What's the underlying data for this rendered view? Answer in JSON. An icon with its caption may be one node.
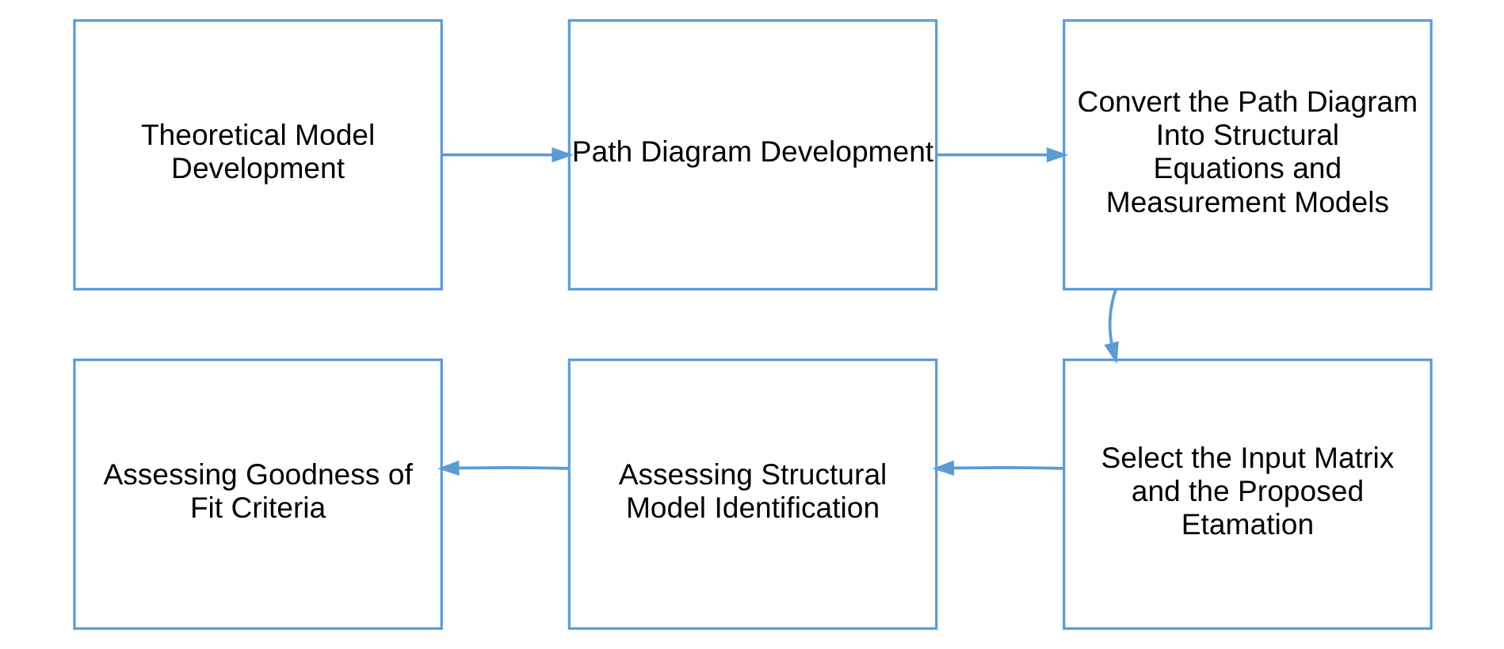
{
  "diagram": {
    "nodes": [
      {
        "text": [
          "Theoretical Model Development"
        ]
      },
      {
        "text": [
          "Path Diagram Development"
        ]
      },
      {
        "text": [
          "Convert the Path Diagram Into Structural Equations and Measurement Models"
        ]
      },
      {
        "text": [
          "Select the Input Matrix and the Proposed Etamation"
        ]
      },
      {
        "text": [
          "Assessing Structural Model Identification"
        ]
      },
      {
        "text": [
          "Assessing Goodness of Fit Criteria"
        ]
      }
    ],
    "edges": [
      {
        "from": 0,
        "to": 1,
        "arrow": "to"
      },
      {
        "from": 1,
        "to": 2,
        "arrow": "to"
      },
      {
        "from": 2,
        "to": 3,
        "arrow": "to"
      },
      {
        "from": 3,
        "to": 4,
        "arrow": "to"
      },
      {
        "from": 4,
        "to": 5,
        "arrow": "to"
      }
    ]
  }
}
